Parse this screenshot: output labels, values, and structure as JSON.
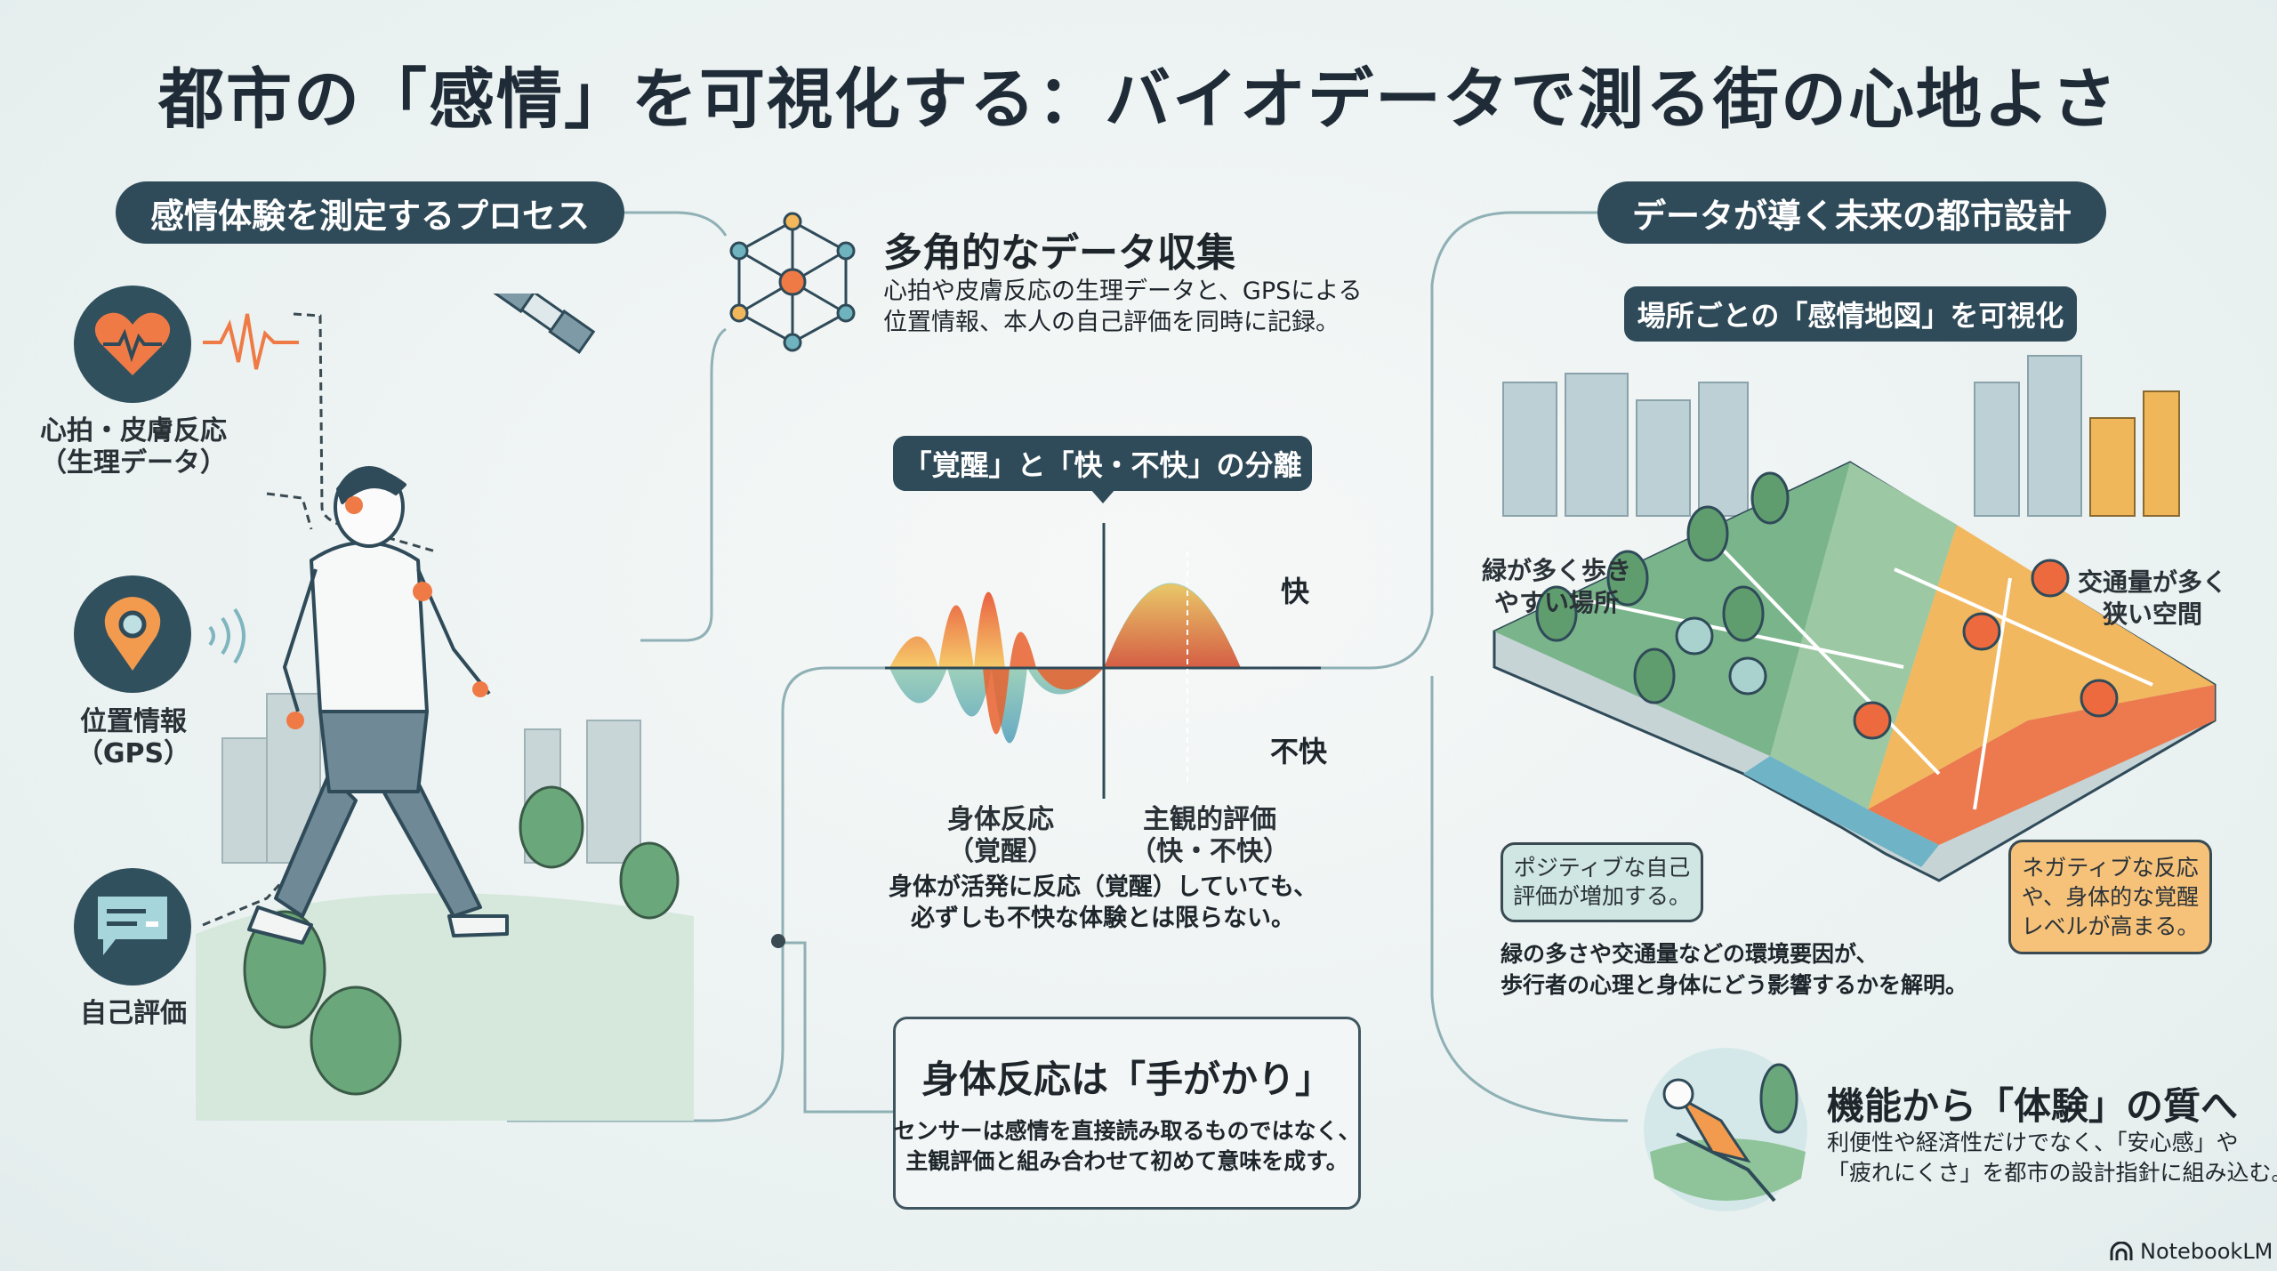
{
  "title": "都市の「感情」を可視化する：バイオデータで測る街の心地よさ",
  "left_section": {
    "pill": "感情体験を測定するプロセス",
    "items": [
      {
        "icon": "heart-pulse-icon",
        "label_1": "心拍・皮膚反応",
        "label_2": "（生理データ）"
      },
      {
        "icon": "location-pin-icon",
        "label_1": "位置情報",
        "label_2": "（GPS）"
      },
      {
        "icon": "chat-bubble-icon",
        "label_1": "自己評価"
      }
    ]
  },
  "collection": {
    "heading": "多角的なデータ収集",
    "body_1": "心拍や皮膚反応の生理データと、GPSによる",
    "body_2": "位置情報、本人の自己評価を同時に記録。"
  },
  "separation": {
    "pill": "「覚醒」と「快・不快」の分離",
    "pleasant": "快",
    "unpleasant": "不快",
    "left_label_1": "身体反応",
    "left_label_2": "（覚醒）",
    "right_label_1": "主観的評価",
    "right_label_2": "（快・不快）",
    "body_1": "身体が活発に反応（覚醒）していても、",
    "body_2": "必ずしも不快な体験とは限らない。"
  },
  "clue": {
    "heading": "身体反応は「手がかり」",
    "body_1": "センサーは感情を直接読み取るものではなく、",
    "body_2": "主観評価と組み合わせて初めて意味を成す。"
  },
  "right_section": {
    "pill": "データが導く未来の都市設計",
    "sub_pill": "場所ごとの「感情地図」を可視化",
    "green_label_1": "緑が多く歩き",
    "green_label_2": "やすい場所",
    "traffic_label_1": "交通量が多く",
    "traffic_label_2": "狭い空間",
    "positive_1": "ポジティブな自己",
    "positive_2": "評価が増加する。",
    "negative_1": "ネガティブな反応",
    "negative_2": "や、身体的な覚醒",
    "negative_3": "レベルが高まる。",
    "summary_1": "緑の多さや交通量などの環境要因が、",
    "summary_2": "歩行者の心理と身体にどう影響するかを解明。"
  },
  "experience": {
    "heading": "機能から「体験」の質へ",
    "body_1": "利便性や経済性だけでなく、「安心感」や",
    "body_2": "「疲れにくさ」を都市の設計指針に組み込む。"
  },
  "brand": "NotebookLM",
  "colors": {
    "slate": "#2f4a58",
    "orange": "#ef7a45",
    "teal": "#5aa3b0",
    "green": "#6aa77a",
    "yellow": "#f2c46a",
    "connector": "#8fb0b5"
  }
}
